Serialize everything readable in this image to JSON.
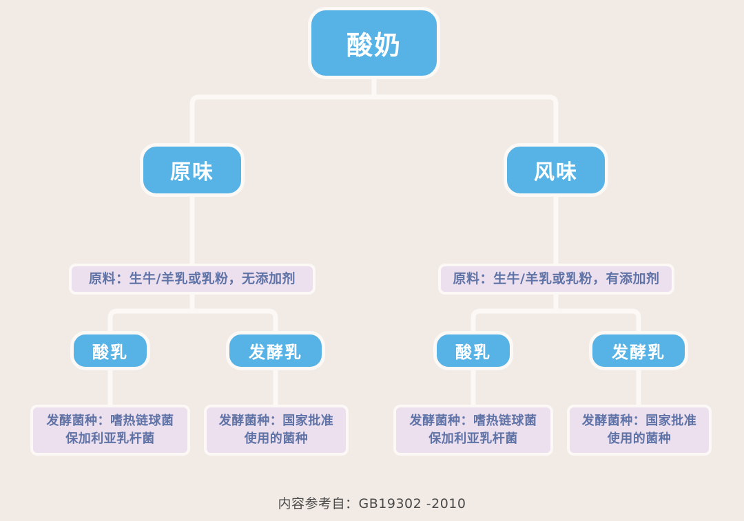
{
  "diagram": {
    "title": "酸奶",
    "background_color": "#f2ebe5",
    "node_color": "#57b2e5",
    "node_text_color": "#ffffff",
    "box_color": "#ecdfee",
    "box_text_color": "#5f73a6",
    "connector_color": "#fbf8f5",
    "root": {
      "label": "酸奶"
    },
    "level2": [
      {
        "label": "原味"
      },
      {
        "label": "风味"
      }
    ],
    "materials": [
      {
        "text": "原料：生牛/羊乳或乳粉，无添加剂"
      },
      {
        "text": "原料：生牛/羊乳或乳粉，有添加剂"
      }
    ],
    "level4": [
      {
        "label": "酸乳"
      },
      {
        "label": "发酵乳"
      },
      {
        "label": "酸乳"
      },
      {
        "label": "发酵乳"
      }
    ],
    "leaves": [
      {
        "line1": "发酵菌种：嗜热链球菌",
        "line2": "保加利亚乳杆菌"
      },
      {
        "line1": "发酵菌种：国家批准",
        "line2": "使用的菌种"
      },
      {
        "line1": "发酵菌种：嗜热链球菌",
        "line2": "保加利亚乳杆菌"
      },
      {
        "line1": "发酵菌种：国家批准",
        "line2": "使用的菌种"
      }
    ],
    "footer": "内容参考自：GB19302 -2010"
  }
}
